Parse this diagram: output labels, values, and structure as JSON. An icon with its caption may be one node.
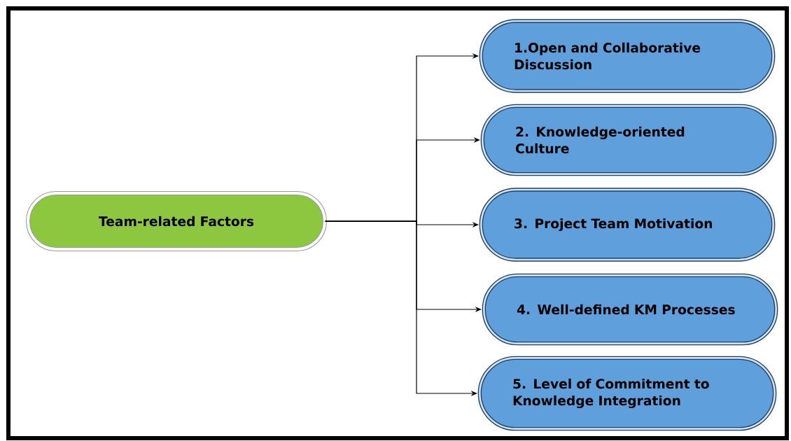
{
  "diagram": {
    "nodes": [
      {
        "text": [
          "Team-related Factors"
        ]
      },
      {
        "text": [
          "1.Open and Collaborative Discussion"
        ]
      },
      {
        "text": [
          "2. Knowledge-oriented Culture"
        ]
      },
      {
        "text": [
          "3. Project Team Motivation"
        ]
      },
      {
        "text": [
          "4. Well-defined KM Processes"
        ]
      },
      {
        "text": [
          "5. Level of Commitment to Knowledge Integration"
        ]
      }
    ],
    "edges": [
      {
        "from": 0,
        "to": 1,
        "arrow": "to"
      },
      {
        "from": 0,
        "to": 2,
        "arrow": "to"
      },
      {
        "from": 0,
        "to": 3,
        "arrow": "to"
      },
      {
        "from": 0,
        "to": 4,
        "arrow": "to"
      },
      {
        "from": 0,
        "to": 5,
        "arrow": "to"
      }
    ]
  }
}
